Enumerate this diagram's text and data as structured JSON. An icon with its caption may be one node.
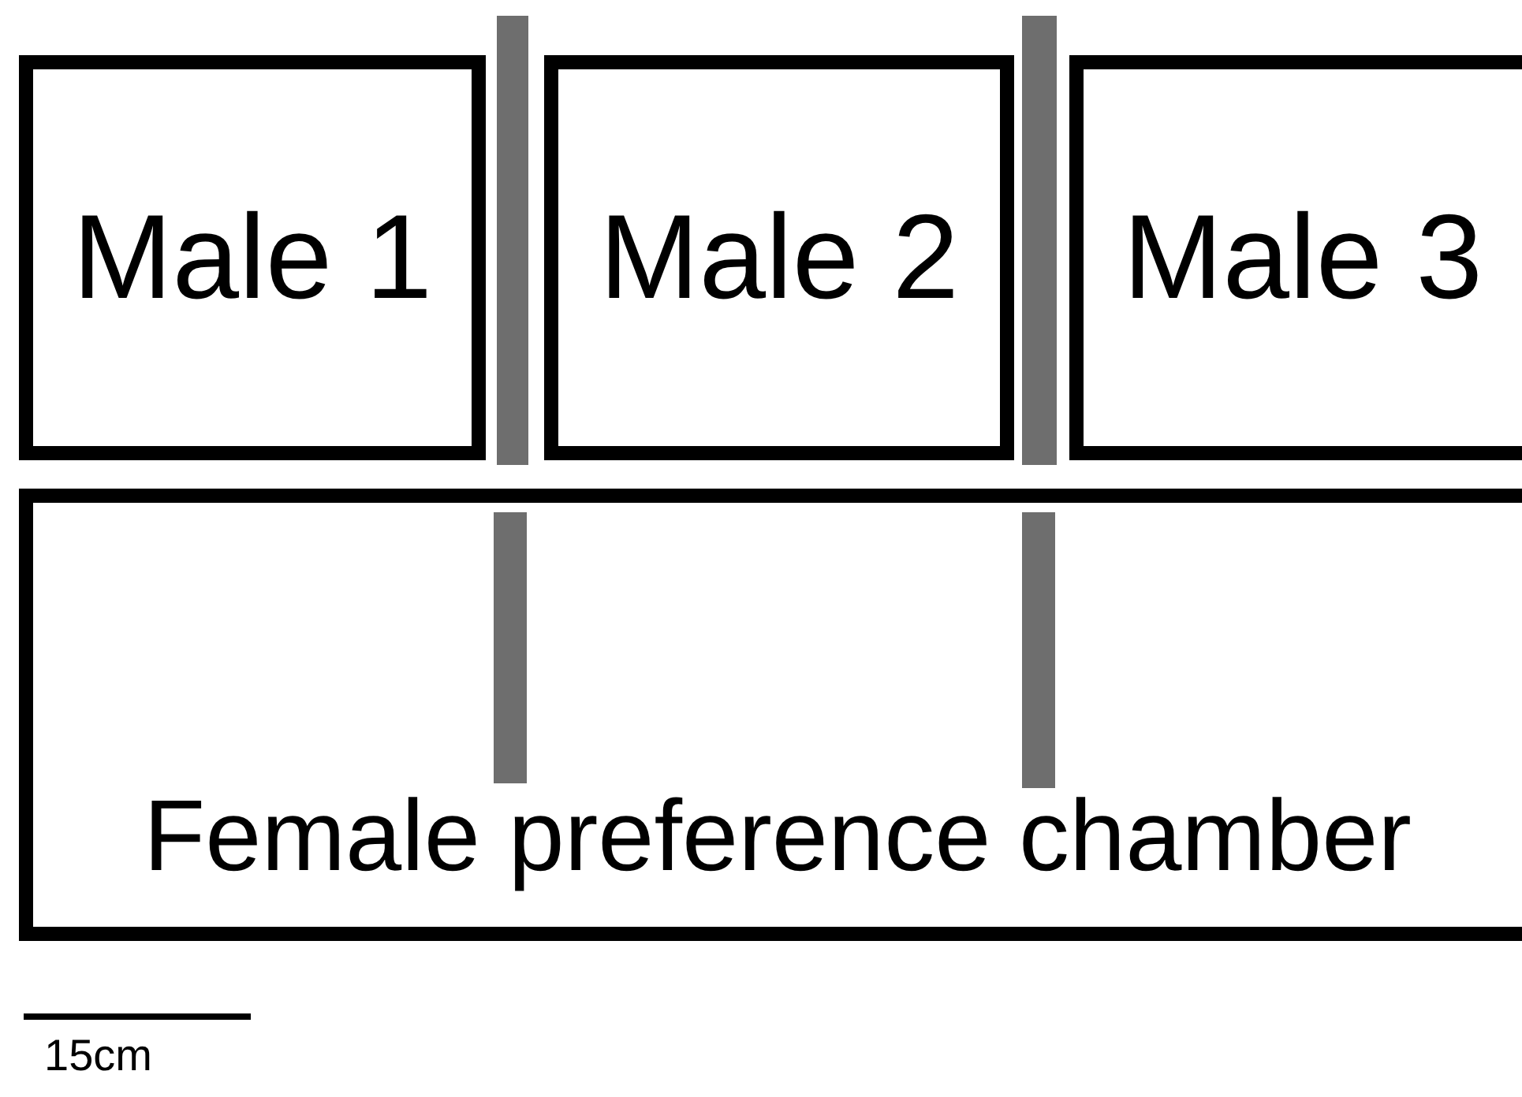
{
  "diagram": {
    "nodes": [
      {
        "text": [
          "Male 1"
        ]
      },
      {
        "text": [
          "Male 2"
        ]
      },
      {
        "text": [
          "Male 3"
        ]
      },
      {
        "text": [
          "Female preference chamber"
        ]
      }
    ],
    "edges": [],
    "labels": [
      "15cm"
    ]
  }
}
